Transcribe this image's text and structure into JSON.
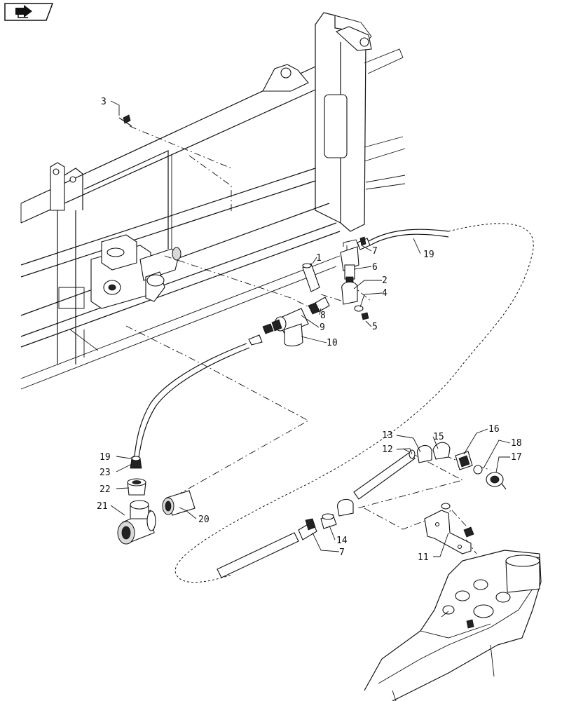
{
  "nav": {
    "icon": "next-page-arrow-icon"
  },
  "callouts": {
    "c1": "1",
    "c2": "2",
    "c3": "3",
    "c4": "4",
    "c5": "5",
    "c6": "6",
    "c7a": "7",
    "c7b": "7",
    "c8": "8",
    "c9": "9",
    "c10": "10",
    "c11": "11",
    "c12": "12",
    "c13": "13",
    "c14": "14",
    "c15": "15",
    "c16": "16",
    "c17": "17",
    "c18": "18",
    "c19a": "19",
    "c19b": "19",
    "c20": "20",
    "c21": "21",
    "c22": "22",
    "c23": "23"
  }
}
